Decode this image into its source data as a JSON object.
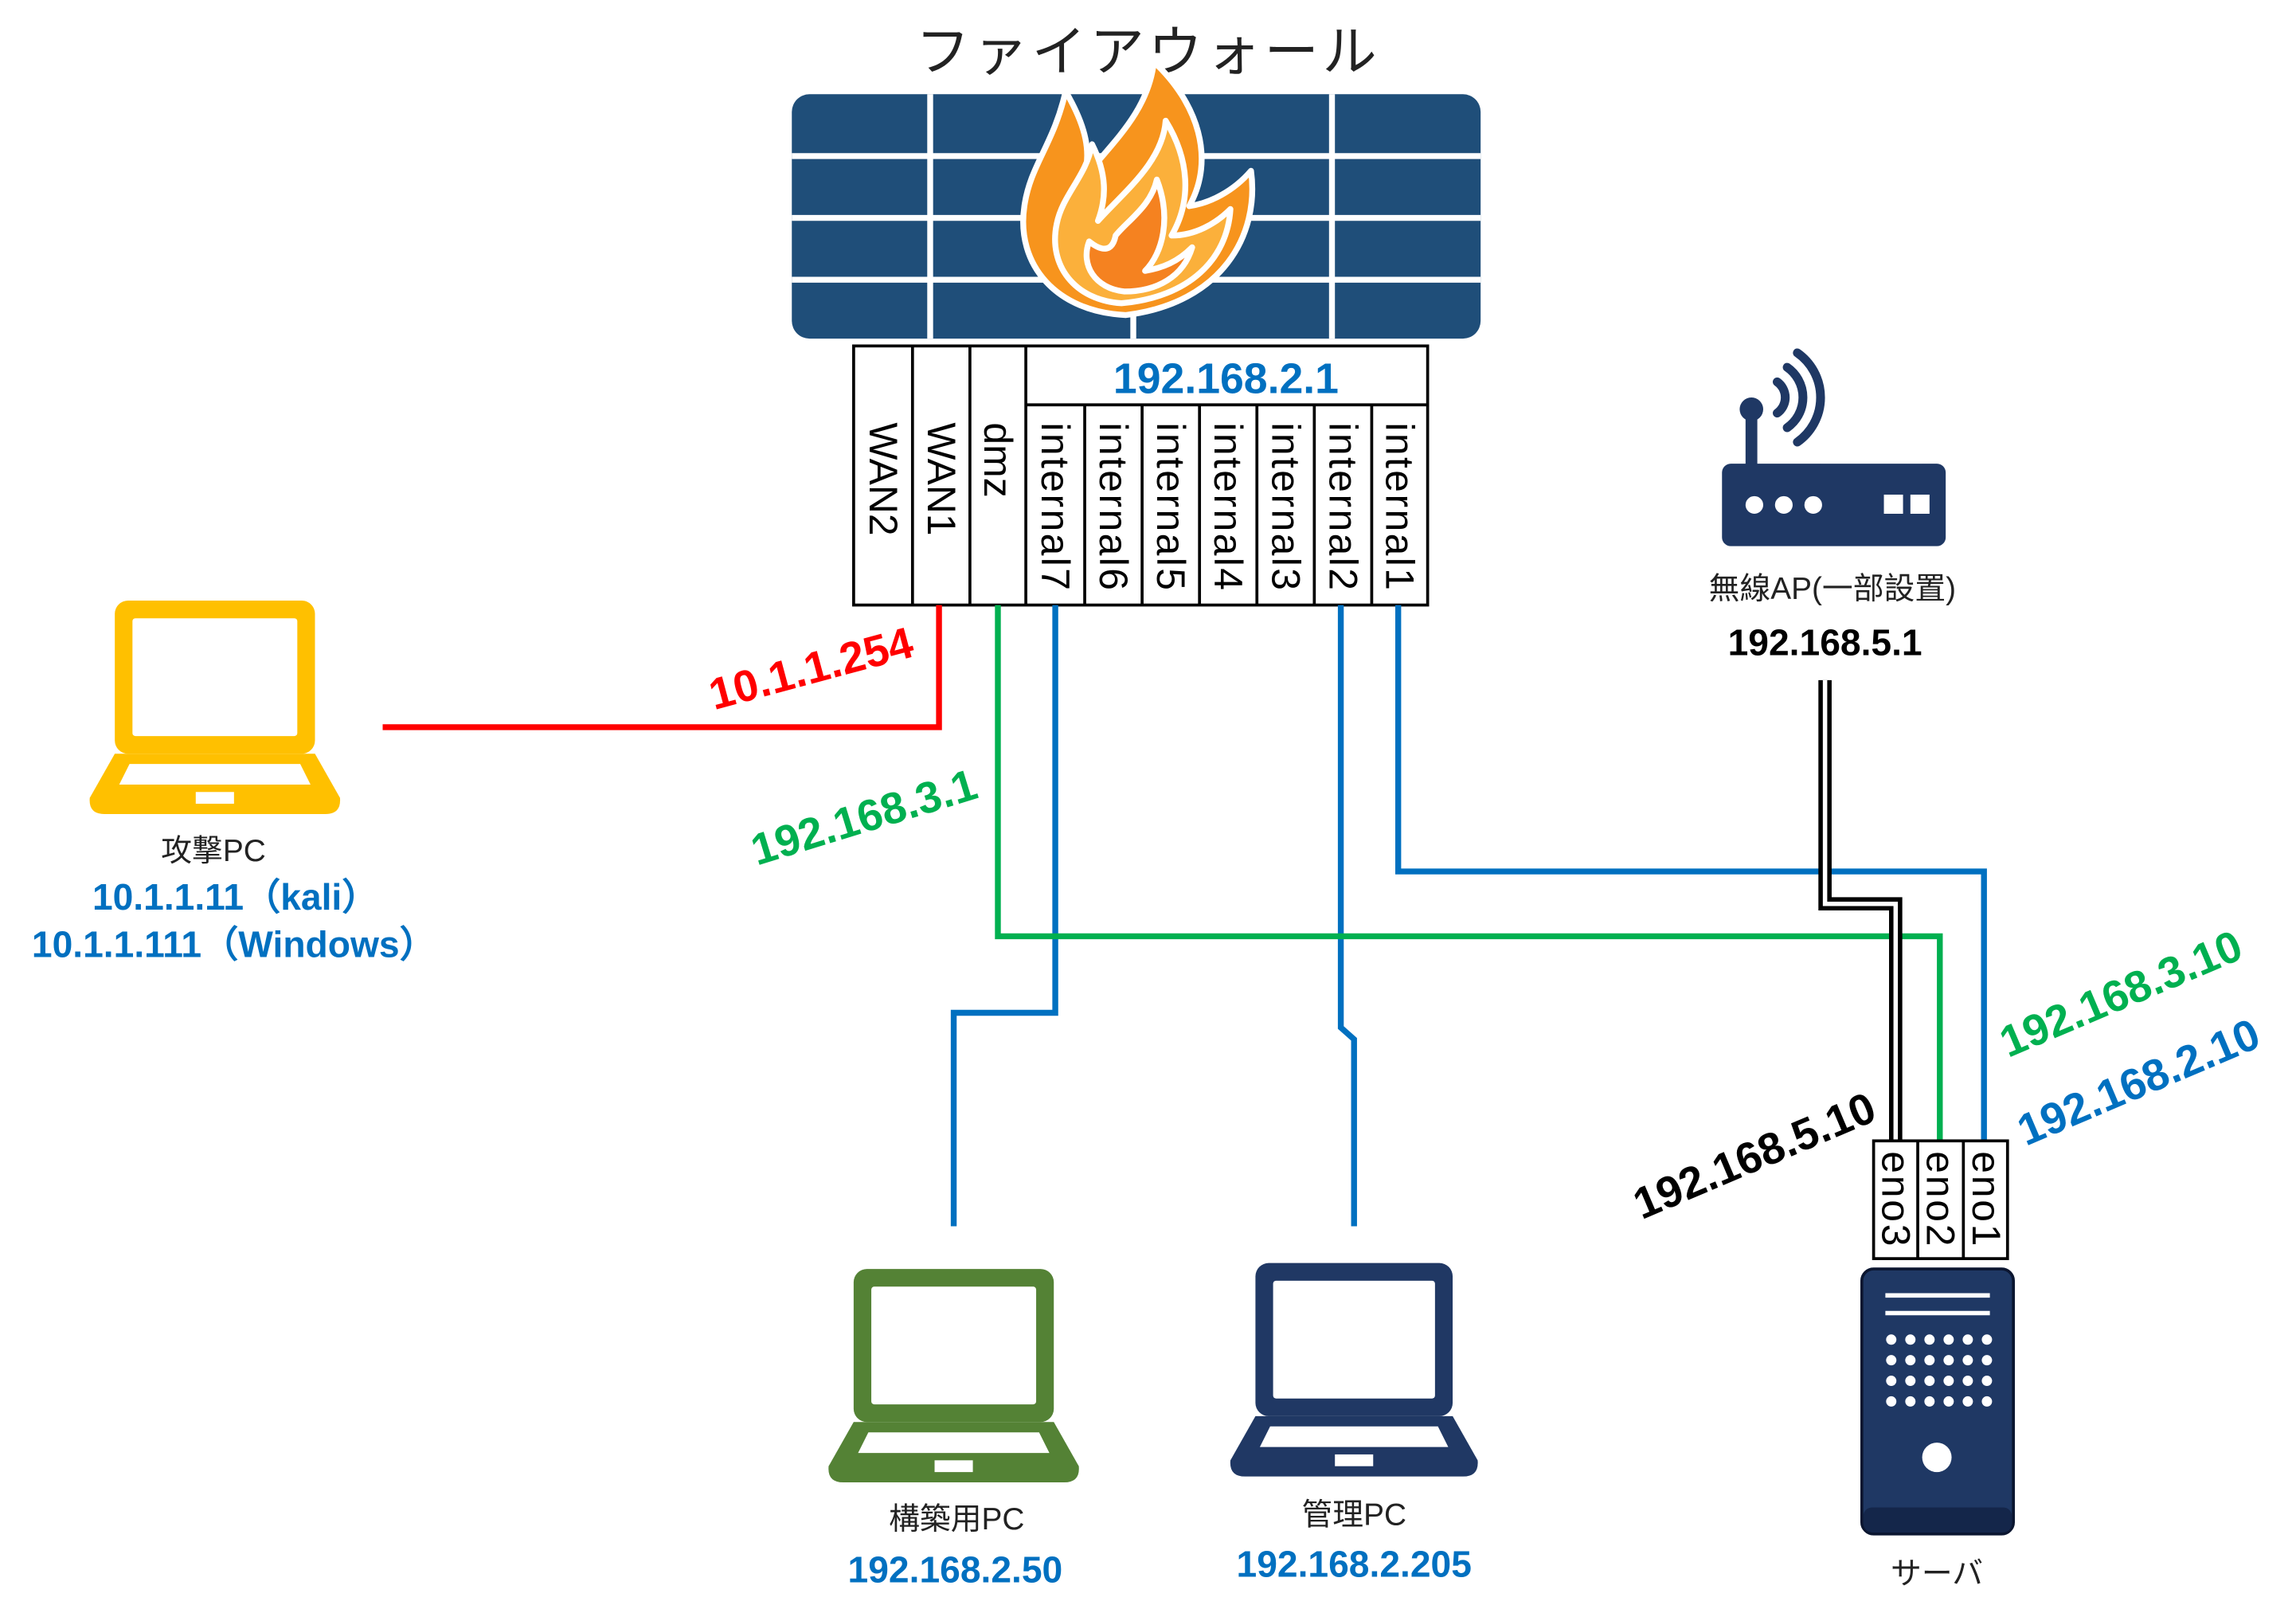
{
  "firewall": {
    "title": "ファイアウォール",
    "icon": "firewall-icon",
    "internal_ip": "192.168.2.1",
    "ports": [
      "WAN2",
      "WAN1",
      "dmz",
      "internal7",
      "internal6",
      "internal5",
      "internal4",
      "internal3",
      "internal2",
      "internal1"
    ]
  },
  "links": {
    "wan1_ip": "10.1.1.254",
    "dmz_ip": "192.168.3.1",
    "server_eno2_ip": "192.168.3.10",
    "server_eno1_ip": "192.168.2.10",
    "server_eno3_ip": "192.168.5.10"
  },
  "devices": {
    "attack_pc": {
      "icon": "laptop-icon",
      "name": "攻撃PC",
      "ips": [
        "10.1.1.11（kali）",
        "10.1.1.111（Windows）"
      ]
    },
    "build_pc": {
      "icon": "laptop-icon",
      "name": "構築用PC",
      "ip": "192.168.2.50"
    },
    "admin_pc": {
      "icon": "laptop-icon",
      "name": "管理PC",
      "ip": "192.168.2.205"
    },
    "wireless_ap": {
      "icon": "wireless-router-icon",
      "name": "無線AP(一部設置)",
      "ip": "192.168.5.1"
    },
    "server": {
      "icon": "server-icon",
      "name": "サーバ",
      "ports": [
        "eno3",
        "eno2",
        "eno1"
      ]
    }
  },
  "colors": {
    "firewall_body": "#1F4E79",
    "flame_outer": "#F7941D",
    "flame_middle": "#FBB03B",
    "flame_inner": "#F58220",
    "wan_link": "#FF0000",
    "dmz_link": "#00B050",
    "internal_link": "#0070C0",
    "ap_link": "#000000",
    "ip_text_blue": "#0070C0",
    "attack_pc": "#FFC000",
    "build_pc": "#548235",
    "admin_pc": "#203864",
    "server": "#1F3864",
    "wireless_ap": "#1F3864"
  }
}
